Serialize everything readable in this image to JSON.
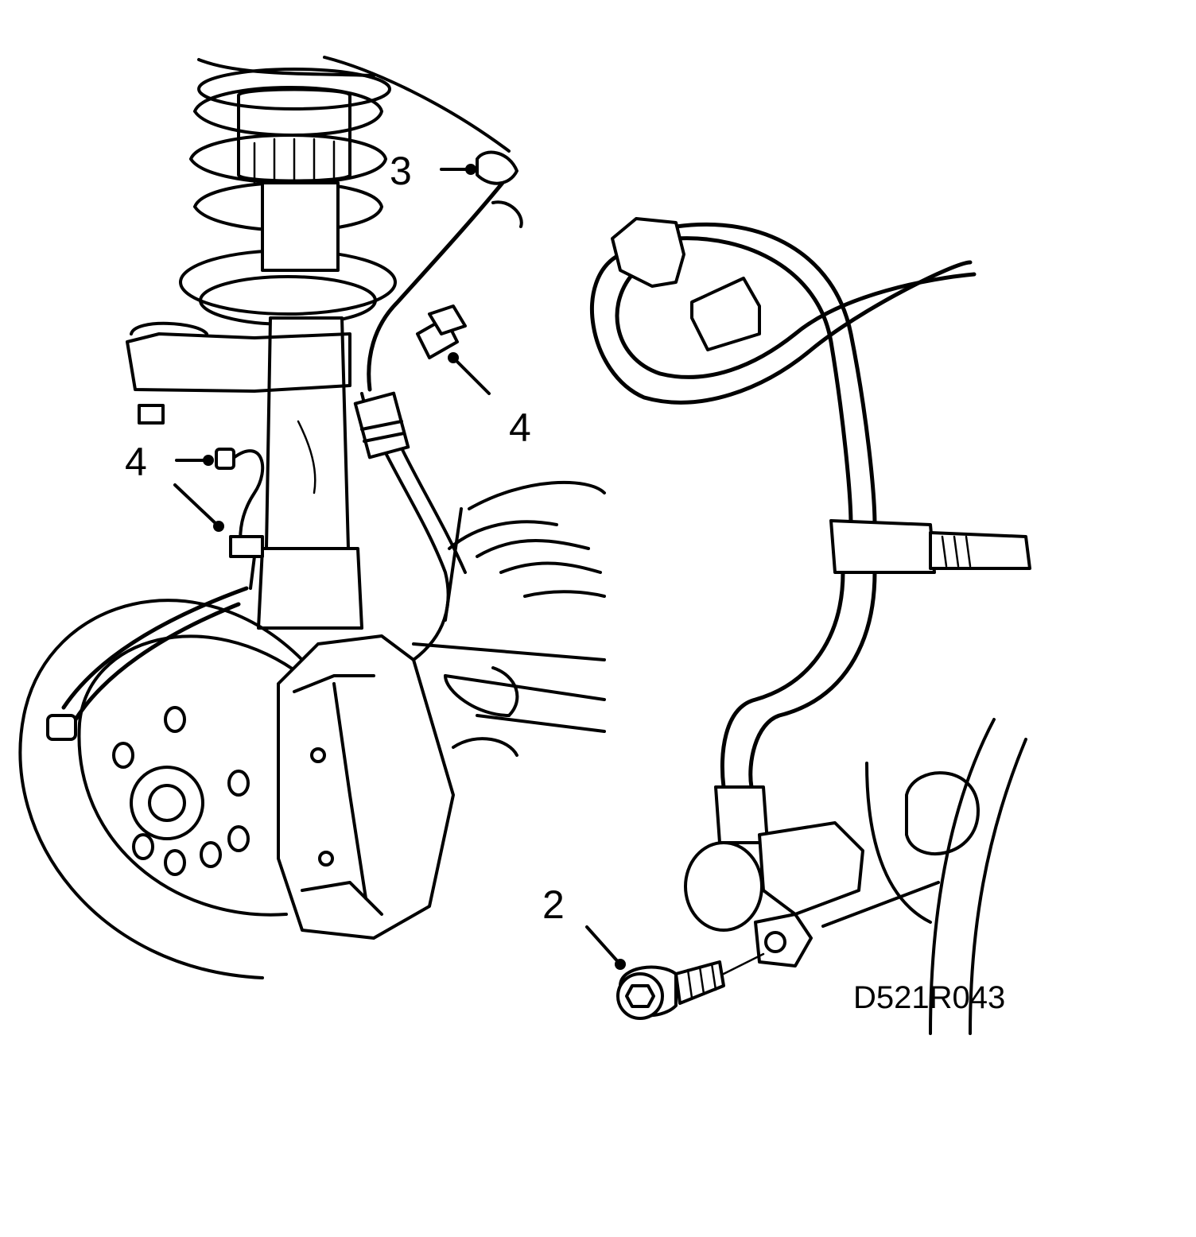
{
  "diagram": {
    "callouts": [
      {
        "key": "c2",
        "label": "2"
      },
      {
        "key": "c3",
        "label": "3"
      },
      {
        "key": "c4a",
        "label": "4"
      },
      {
        "key": "c4b",
        "label": "4"
      }
    ],
    "drawing_code": "D521R043",
    "colors": {
      "ink": "#000000",
      "paper": "#ffffff"
    }
  }
}
